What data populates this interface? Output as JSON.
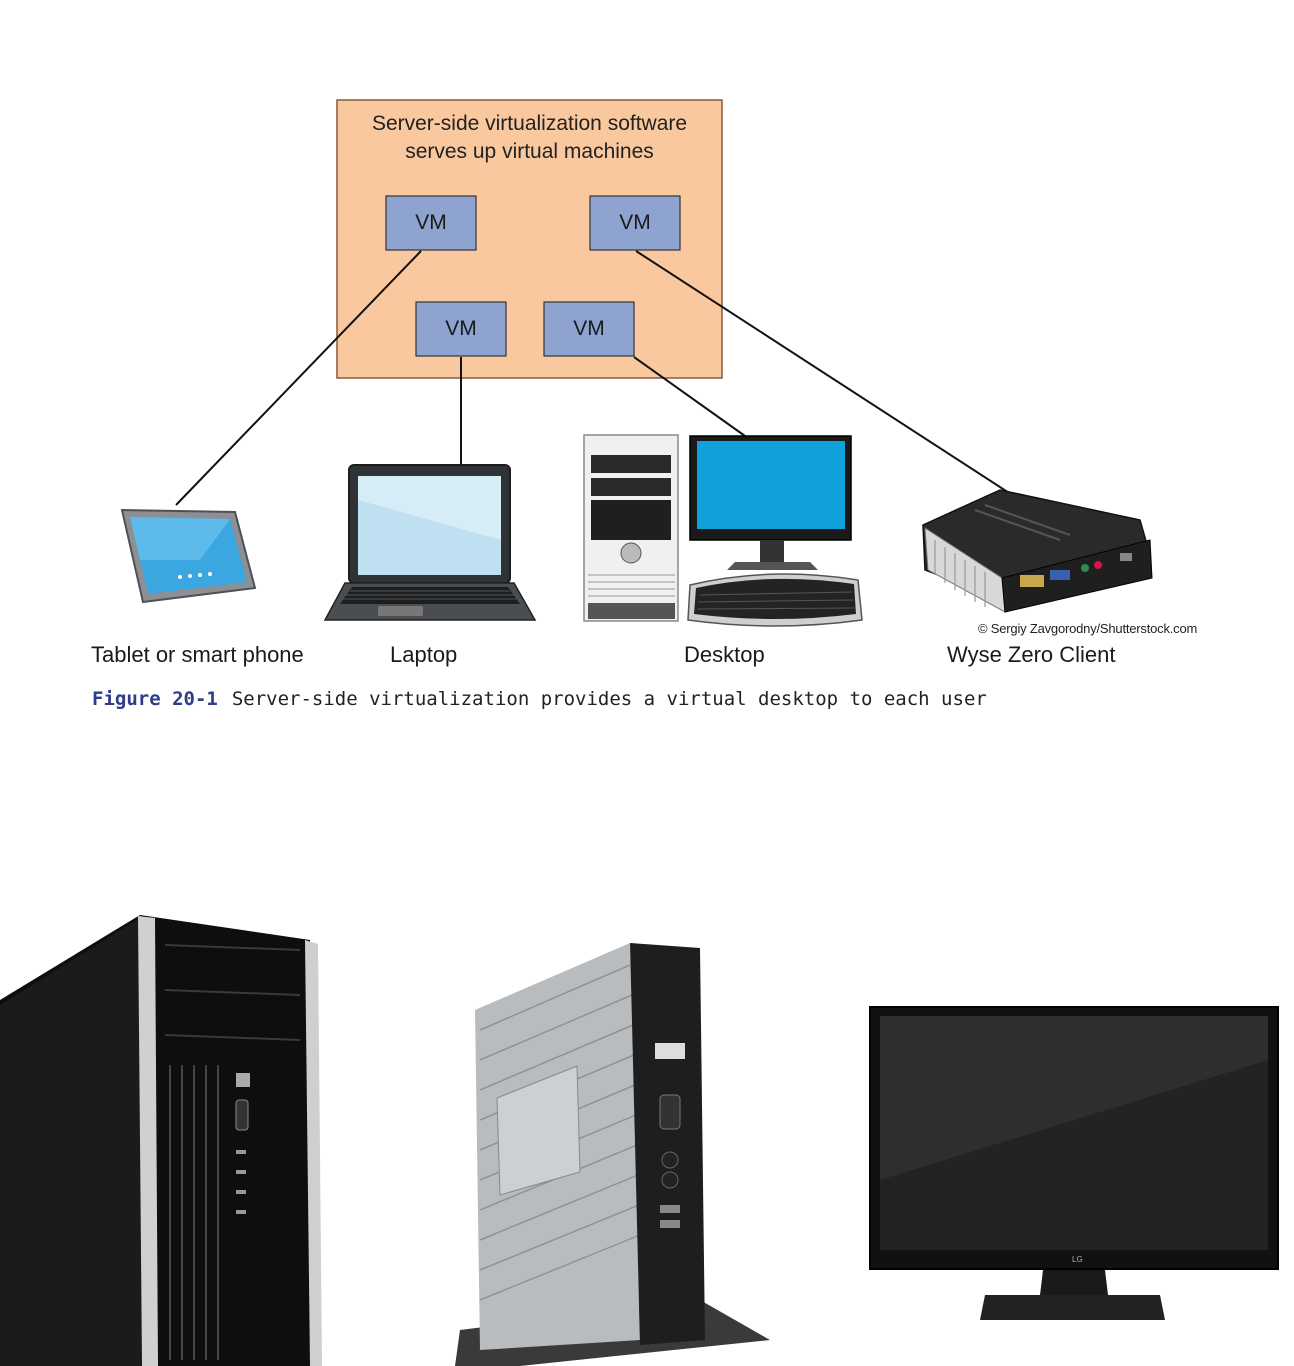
{
  "server": {
    "title_line1": "Server-side virtualization software",
    "title_line2": "serves up virtual machines"
  },
  "vms": [
    "VM",
    "VM",
    "VM",
    "VM"
  ],
  "devices": {
    "tablet": "Tablet or smart phone",
    "laptop": "Laptop",
    "desktop": "Desktop",
    "zero_client": "Wyse Zero Client"
  },
  "credit": "© Sergiy Zavgorodny/Shutterstock.com",
  "caption": {
    "number": "Figure 20-1",
    "text": "Server-side virtualization provides a virtual desktop to each user"
  },
  "colors": {
    "server_fill": "#fac89e",
    "vm_fill": "#8ea3cf",
    "caption_accent": "#2f3b8c"
  }
}
